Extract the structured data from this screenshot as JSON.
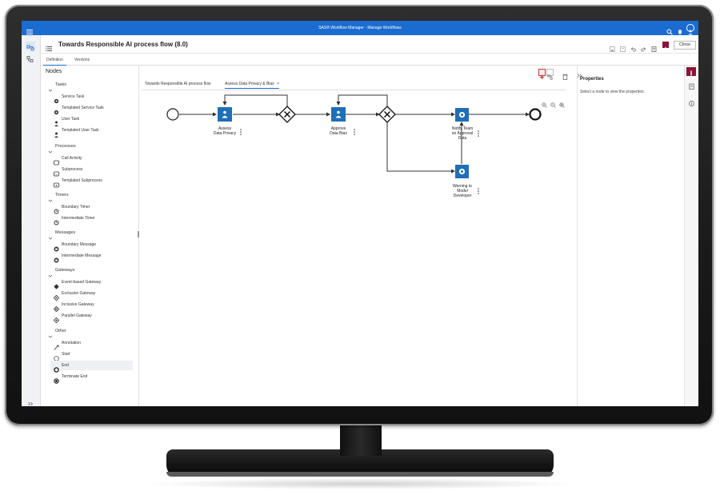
{
  "app": {
    "title": "SAS® Workflow Manager - Manage Workflows",
    "brand_color": "#1b6cd1",
    "task_color": "#1f6fb8"
  },
  "header": {
    "workflow_title": "Towards Responsible AI process flow (8.0)",
    "close_label": "Close"
  },
  "main_tabs": [
    {
      "label": "Definition"
    },
    {
      "label": "Versions"
    }
  ],
  "nodes_panel": {
    "title": "Nodes",
    "sections": [
      {
        "label": "Tasks",
        "items": [
          "Service Task",
          "Templated Service Task",
          "User Task",
          "Templated User Task"
        ]
      },
      {
        "label": "Processes",
        "items": [
          "Call Activity",
          "Subprocess",
          "Templated Subprocess"
        ]
      },
      {
        "label": "Timers",
        "items": [
          "Boundary Timer",
          "Intermediate Timer"
        ]
      },
      {
        "label": "Messages",
        "items": [
          "Boundary Message",
          "Intermediate Message"
        ]
      },
      {
        "label": "Gateways",
        "items": [
          "Event-based Gateway",
          "Exclusive Gateway",
          "Inclusive Gateway",
          "Parallel Gateway"
        ]
      },
      {
        "label": "Other",
        "items": [
          "Annotation",
          "Start",
          "End",
          "Terminate End"
        ]
      }
    ]
  },
  "canvas": {
    "tabs": [
      {
        "label": "Towards Responsible AI process flow"
      },
      {
        "label": "Assess Data Privacy & Bias"
      }
    ],
    "nodes": {
      "assess": [
        "Assess",
        "Data Privacy"
      ],
      "approve": [
        "Approve",
        "Data Bias"
      ],
      "notify": [
        "Notify Team",
        "on Approval",
        "Data"
      ],
      "warning": [
        "Warning to",
        "Model",
        "Developer"
      ]
    }
  },
  "properties": {
    "title": "Properties",
    "hint": "Select a node to view the properties."
  }
}
